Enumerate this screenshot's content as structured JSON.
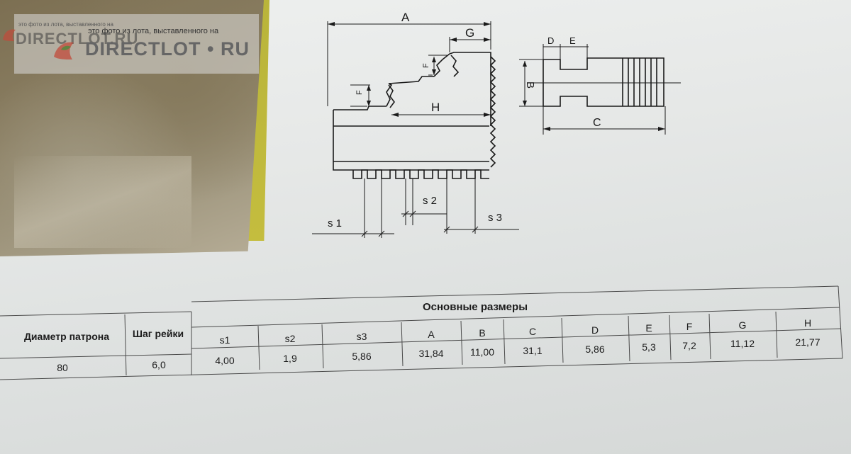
{
  "watermark": {
    "caption": "это фото из лота, выставленного на",
    "brand": "DIRECTLOT",
    "brand_dot": "•",
    "brand_suffix": "RU",
    "brand_small": "DIRECTLOT.RU"
  },
  "drawing": {
    "labels": {
      "A": "A",
      "G": "G",
      "H": "H",
      "F_top": "F",
      "F_left": "F",
      "D": "D",
      "E": "E",
      "B": "B",
      "C": "C",
      "s1": "s 1",
      "s2": "s 2",
      "s3": "s 3"
    }
  },
  "table": {
    "group_header": "Основные размеры",
    "col_chuck": "Диаметр патрона",
    "col_pitch": "Шаг рейки",
    "dims": [
      "s1",
      "s2",
      "s3",
      "A",
      "B",
      "C",
      "D",
      "E",
      "F",
      "G",
      "H"
    ],
    "row": {
      "chuck": "80",
      "pitch": "6,0",
      "values": [
        "4,00",
        "1,9",
        "5,86",
        "31,84",
        "11,00",
        "31,1",
        "5,86",
        "5,3",
        "7,2",
        "11,12",
        "21,77"
      ]
    }
  },
  "colors": {
    "ink": "#1a1a1a",
    "screen": "#e6e8e7",
    "photo_yellow": "#c4bd3e",
    "photo_brown": "#85795c"
  }
}
